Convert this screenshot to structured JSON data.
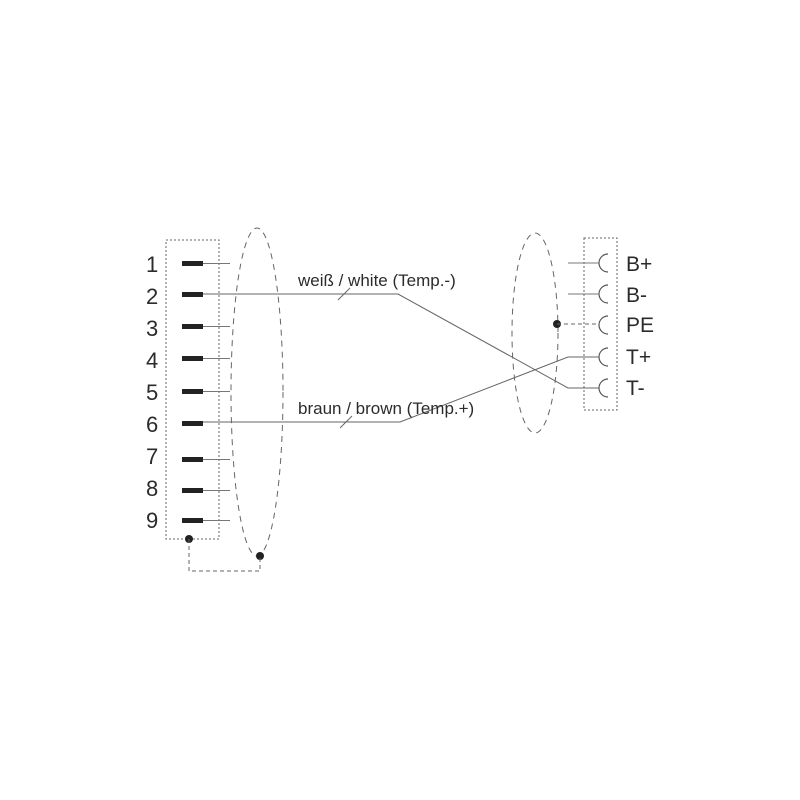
{
  "diagram": {
    "left_connector": {
      "pins": [
        "1",
        "2",
        "3",
        "4",
        "5",
        "6",
        "7",
        "8",
        "9"
      ]
    },
    "right_connector": {
      "terminals": [
        "B+",
        "B-",
        "PE",
        "T+",
        "T-"
      ]
    },
    "wires": {
      "white": "weiß / white (Temp.-)",
      "brown": "braun / brown (Temp.+)"
    },
    "colors": {
      "line": "#555555",
      "text": "#2b2b2b",
      "pin": "#222222"
    }
  }
}
